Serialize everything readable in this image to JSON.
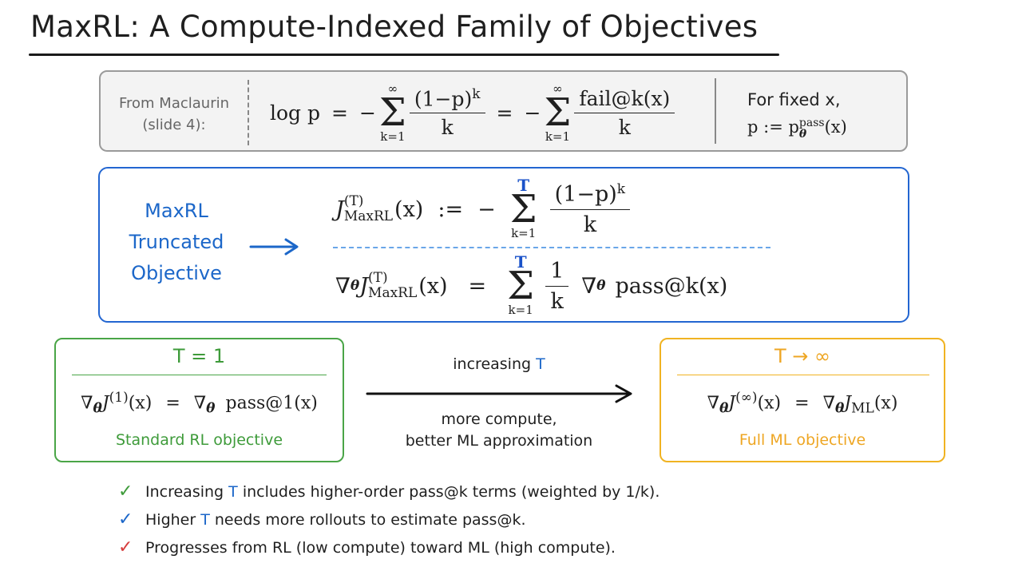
{
  "title": "MaxRL: A Compute-Indexed Family of Objectives",
  "maclaurin_note": [
    "From Maclaurin",
    "(slide 4):"
  ],
  "top_equation": {
    "lhs": "log p",
    "eq": "=",
    "minus": "−",
    "sum_upper": "∞",
    "sum_lower": "k=1",
    "frac1_num": "(1−p)",
    "frac1_exp": "k",
    "frac1_den": "k",
    "frac2_num": "fail@k(x)",
    "frac2_den": "k"
  },
  "fixed_note": {
    "line1": "For fixed x,",
    "line2_lhs": "p := p",
    "line2_sub": "θ",
    "line2_sup": "pass",
    "line2_arg": "(x)"
  },
  "maxrl_label": [
    "MaxRL",
    "Truncated",
    "Objective"
  ],
  "maxrl_eq1": {
    "J": "J",
    "sup": "(T)",
    "sub": "MaxRL",
    "arg": "(x)",
    "assign": ":=",
    "minus": "−",
    "sum_upper": "T",
    "sum_lower": "k=1",
    "num": "(1−p)",
    "num_exp": "k",
    "den": "k"
  },
  "maxrl_eq2": {
    "nabla": "∇",
    "theta": "θ",
    "J": "J",
    "sup": "(T)",
    "sub": "MaxRL",
    "arg": "(x)",
    "eq": "=",
    "sum_upper": "T",
    "sum_lower": "k=1",
    "num": "1",
    "den": "k",
    "tail": "pass@k(x)"
  },
  "t1_box": {
    "heading": "T = 1",
    "eq_lhs_sup": "(1)",
    "eq_rhs": "pass@1(x)",
    "caption": "Standard RL objective"
  },
  "middle": {
    "label_prefix": "increasing",
    "label_T": "T",
    "caption": [
      "more compute,",
      "better ML approximation"
    ]
  },
  "tinf_box": {
    "heading": "T → ∞",
    "eq_lhs_sup": "(∞)",
    "eq_rhs_sub": "ML",
    "caption": "Full ML objective"
  },
  "bullets": [
    {
      "mark": "✓",
      "color": "#3e9b3a",
      "pre": "Increasing",
      "T": "T",
      "post": "includes higher-order pass@k terms (weighted by 1/k)."
    },
    {
      "mark": "✓",
      "color": "#1c67c9",
      "pre": "Higher",
      "T": "T",
      "post": "needs more rollouts to estimate pass@k."
    },
    {
      "mark": "✓",
      "color": "#d63c3c",
      "pre": "",
      "T": "",
      "post": "Progresses from RL (low compute) toward ML (high compute)."
    }
  ],
  "colors": {
    "blue": "#2366d1",
    "green": "#4aa547",
    "orange": "#f0b322",
    "grey": "#9a9a9a"
  }
}
